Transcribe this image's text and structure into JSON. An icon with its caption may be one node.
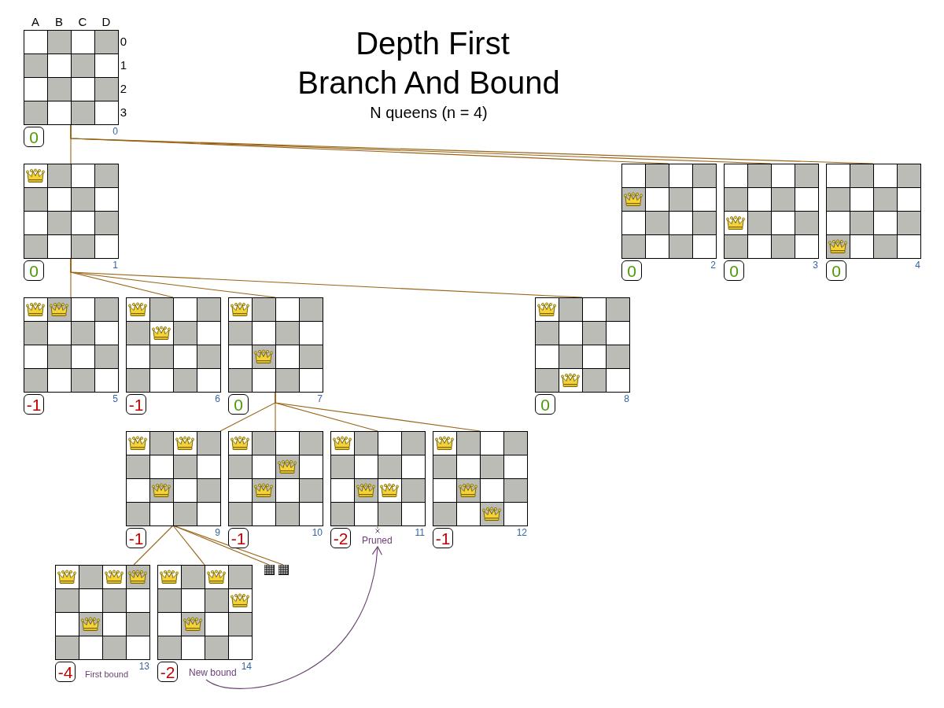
{
  "diagram": {
    "title": "Depth First Branch And Bound",
    "nodes": [
      {
        "text": [],
        "shape": "picture",
        "beside": [
          "0",
          "0"
        ]
      },
      {
        "text": [],
        "shape": "picture",
        "beside": [
          "0",
          "1"
        ]
      },
      {
        "text": [],
        "shape": "picture",
        "beside": [
          "0",
          "2"
        ]
      },
      {
        "text": [],
        "shape": "picture",
        "beside": [
          "0",
          "3"
        ]
      },
      {
        "text": [],
        "shape": "picture",
        "beside": [
          "0",
          "4"
        ]
      },
      {
        "text": [],
        "shape": "picture",
        "beside": [
          "-1",
          "5"
        ]
      },
      {
        "text": [],
        "shape": "picture",
        "beside": [
          "-1",
          "6"
        ]
      },
      {
        "text": [],
        "shape": "picture",
        "beside": [
          "0",
          "7"
        ]
      },
      {
        "text": [],
        "shape": "picture",
        "beside": [
          "0",
          "8"
        ]
      },
      {
        "text": [],
        "shape": "picture",
        "beside": [
          "-1",
          "9"
        ]
      },
      {
        "text": [],
        "shape": "picture",
        "beside": [
          "-1",
          "10"
        ]
      },
      {
        "text": [],
        "shape": "picture",
        "beside": [
          "-2",
          "11"
        ]
      },
      {
        "text": [],
        "shape": "picture",
        "beside": [
          "-1",
          "12"
        ]
      },
      {
        "text": [],
        "shape": "picture",
        "beside": [
          "-4",
          "First bound",
          "13"
        ]
      },
      {
        "text": [],
        "shape": "picture",
        "beside": [
          "-2",
          "14"
        ]
      },
      {
        "text": [],
        "shape": "picture"
      },
      {
        "text": [],
        "shape": "picture"
      },
      {
        "text": [
          "Pruned"
        ]
      },
      {
        "text": [
          "New bound"
        ]
      }
    ],
    "edges": [
      {
        "from": 0,
        "to": 1,
        "arrow": "none"
      },
      {
        "from": 0,
        "to": 2,
        "arrow": "none"
      },
      {
        "from": 0,
        "to": 3,
        "arrow": "none"
      },
      {
        "from": 0,
        "to": 4,
        "arrow": "none"
      },
      {
        "from": 1,
        "to": 5,
        "arrow": "none"
      },
      {
        "from": 1,
        "to": 6,
        "arrow": "none"
      },
      {
        "from": 1,
        "to": 7,
        "arrow": "none"
      },
      {
        "from": 1,
        "to": 8,
        "arrow": "none"
      },
      {
        "from": 7,
        "to": 9,
        "arrow": "none"
      },
      {
        "from": 7,
        "to": 10,
        "arrow": "none"
      },
      {
        "from": 7,
        "to": 11,
        "arrow": "none"
      },
      {
        "from": 7,
        "to": 12,
        "arrow": "none"
      },
      {
        "from": 9,
        "to": 13,
        "arrow": "none"
      },
      {
        "from": 9,
        "to": 14,
        "arrow": "none"
      },
      {
        "from": 9,
        "to": 15,
        "arrow": "none"
      },
      {
        "from": 9,
        "to": 16,
        "arrow": "none"
      },
      {
        "from": 18,
        "to": 17,
        "arrow": "to",
        "color": "#6b3f74"
      }
    ],
    "labels": [
      "A",
      "B",
      "C",
      "D",
      "0",
      "1",
      "2",
      "3",
      "N queens (n = 4)"
    ]
  }
}
